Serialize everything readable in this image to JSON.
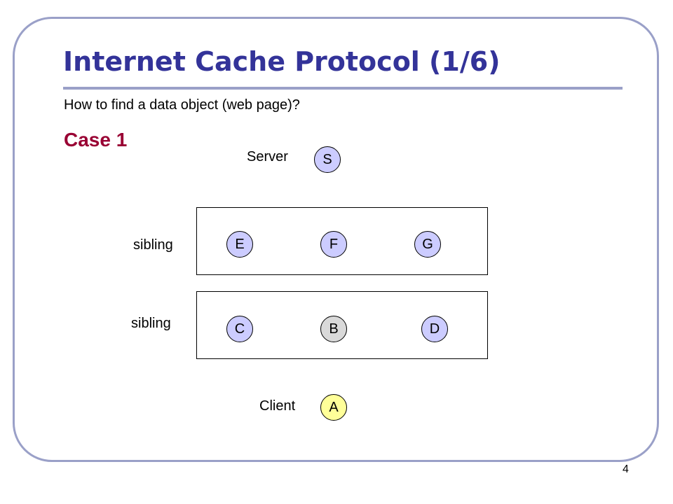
{
  "slide": {
    "title": "Internet Cache Protocol (1/6)",
    "subtitle": "How to find a data object (web page)?",
    "case_label": "Case 1",
    "page_number": "4"
  },
  "labels": {
    "server": "Server",
    "sibling_top": "sibling",
    "sibling_bottom": "sibling",
    "client": "Client"
  },
  "nodes": {
    "S": {
      "label": "S",
      "color": "#ccccff"
    },
    "E": {
      "label": "E",
      "color": "#ccccff"
    },
    "F": {
      "label": "F",
      "color": "#ccccff"
    },
    "G": {
      "label": "G",
      "color": "#ccccff"
    },
    "C": {
      "label": "C",
      "color": "#ccccff"
    },
    "B": {
      "label": "B",
      "color": "#d9d9d9"
    },
    "D": {
      "label": "D",
      "color": "#ccccff"
    },
    "A": {
      "label": "A",
      "color": "#ffff99"
    }
  },
  "colors": {
    "title": "#333399",
    "case": "#990033",
    "frame": "#9aa0c8"
  }
}
